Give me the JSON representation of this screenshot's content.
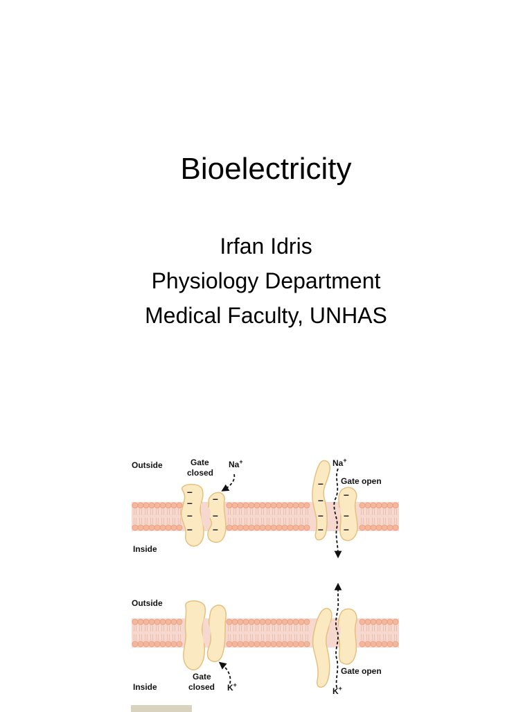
{
  "slide": {
    "title": "Bioelectricity",
    "author": "Irfan Idris",
    "department": "Physiology Department",
    "faculty": "Medical Faculty, UNHAS"
  },
  "figure": {
    "top_panel": {
      "outside_label": "Outside",
      "inside_label": "Inside",
      "gate_closed_label_1": "Gate",
      "gate_closed_label_2": "closed",
      "ion_left": "Na",
      "ion_right": "Na",
      "ion_charge": "+",
      "gate_open_label": "Gate open"
    },
    "bottom_panel": {
      "outside_label": "Outside",
      "inside_label": "Inside",
      "gate_closed_label_1": "Gate",
      "gate_closed_label_2": "closed",
      "ion_left": "K",
      "ion_right": "K",
      "ion_charge": "+",
      "gate_open_label": "Gate open"
    },
    "colors": {
      "membrane_fill": "#f6d8cf",
      "lipid_head": "#f5b79c",
      "lipid_head_stroke": "#e79a7c",
      "protein_fill": "#fbe9c1",
      "protein_stroke": "#e5c07e",
      "channel_pore": "#f7d8cf"
    }
  }
}
